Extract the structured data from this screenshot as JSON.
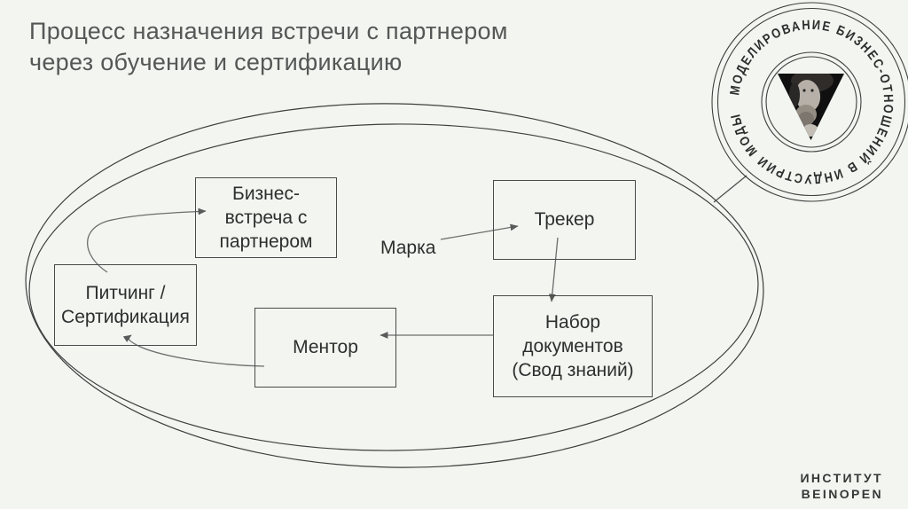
{
  "title": "Процесс назначения встречи с партнером\nчерез обучение и сертификацию",
  "diagram": {
    "nodes": {
      "business_meeting": "Бизнес-\nвстреча с\nпартнером",
      "tracker": "Трекер",
      "pitching": "Питчинг /\nСертификация",
      "mentor": "Ментор",
      "documents": "Набор\nдокументов\n(Свод знаний)",
      "brand_label": "Марка"
    },
    "edges": [
      {
        "from": "brand_label",
        "to": "tracker"
      },
      {
        "from": "tracker",
        "to": "documents"
      },
      {
        "from": "documents",
        "to": "mentor"
      },
      {
        "from": "mentor",
        "to": "pitching"
      },
      {
        "from": "pitching",
        "to": "business_meeting"
      }
    ],
    "enclosure": "double-hand-drawn-ellipse"
  },
  "badge": {
    "ring_text": "МОДЕЛИРОВАНИЕ БИЗНЕС-ОТНОШЕНИЙ В ИНДУСТРИИ МОДЫ",
    "portrait_icon": "bearded-man-portrait-in-triangle-icon"
  },
  "footer_logo": "ИНСТИТУТ\nBEINOPEN",
  "colors": {
    "background": "#f2f5f0",
    "outline": "#3f3f3f",
    "arrow": "#6e6e6e",
    "text": "#2e2e2e",
    "title": "#565656",
    "portrait_bg": "#101010"
  }
}
